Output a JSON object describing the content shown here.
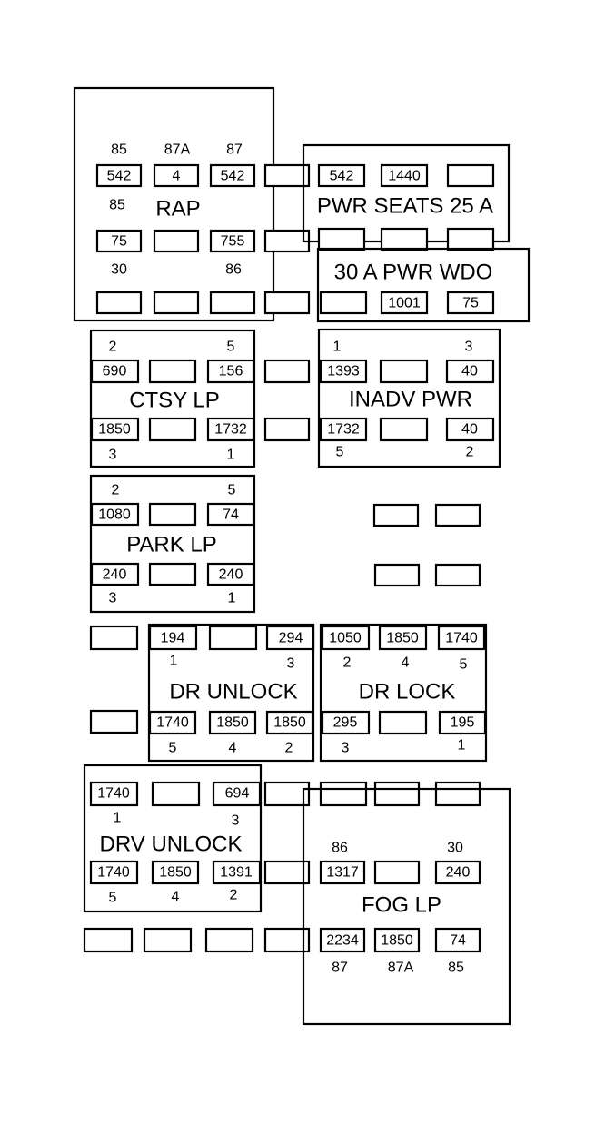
{
  "relays": [
    {
      "id": "rap",
      "name": "RAP",
      "pins": [
        {
          "label": "85",
          "cell": "542"
        },
        {
          "label": "87A",
          "cell": "4"
        },
        {
          "label": "87",
          "cell": "542"
        },
        {
          "label": "85",
          "cell": "75"
        },
        {
          "label": "",
          "cell": ""
        },
        {
          "label": "",
          "cell": "755"
        },
        {
          "label": "30",
          "cell": ""
        },
        {
          "label": "",
          "cell": ""
        },
        {
          "label": "86",
          "cell": ""
        }
      ]
    },
    {
      "id": "pwr-seats",
      "name": "PWR SEATS 25 A",
      "cells": [
        "542",
        "1440",
        ""
      ]
    },
    {
      "id": "pwr-wdo",
      "name": "30 A PWR WDO",
      "cells": [
        "",
        "1001",
        "75"
      ]
    },
    {
      "id": "ctsy-lp",
      "name": "CTSY LP",
      "top_labels": [
        "2",
        "5"
      ],
      "top_cells": [
        "690",
        "",
        "156"
      ],
      "bottom_cells": [
        "1850",
        "",
        "1732"
      ],
      "bottom_labels": [
        "3",
        "1"
      ]
    },
    {
      "id": "inadv-pwr",
      "name": "INADV PWR",
      "top_labels": [
        "1",
        "3"
      ],
      "top_cells": [
        "1393",
        "",
        "40"
      ],
      "bottom_cells": [
        "1732",
        "",
        "40"
      ],
      "bottom_labels": [
        "5",
        "2"
      ]
    },
    {
      "id": "park-lp",
      "name": "PARK LP",
      "top_labels": [
        "2",
        "5"
      ],
      "top_cells": [
        "1080",
        "",
        "74"
      ],
      "bottom_cells": [
        "240",
        "",
        "240"
      ],
      "bottom_labels": [
        "3",
        "1"
      ]
    },
    {
      "id": "dr-unlock",
      "name": "DR UNLOCK",
      "top_cells": [
        "194",
        "",
        "294"
      ],
      "top_labels": [
        "1",
        "3"
      ],
      "bottom_cells": [
        "1740",
        "1850",
        "1850"
      ],
      "bottom_labels": [
        "5",
        "4",
        "2"
      ]
    },
    {
      "id": "dr-lock",
      "name": "DR LOCK",
      "top_cells": [
        "1050",
        "1850",
        "1740"
      ],
      "top_labels": [
        "2",
        "4",
        "5"
      ],
      "bottom_cells": [
        "295",
        "",
        "195"
      ],
      "bottom_labels": [
        "3",
        "1"
      ]
    },
    {
      "id": "drv-unlock",
      "name": "DRV UNLOCK",
      "top_cells": [
        "1740",
        "",
        "694"
      ],
      "top_labels": [
        "1",
        "3"
      ],
      "bottom_cells": [
        "1740",
        "1850",
        "1391"
      ],
      "bottom_labels": [
        "5",
        "4",
        "2"
      ]
    },
    {
      "id": "fog-lp",
      "name": "FOG LP",
      "top_labels": [
        "86",
        "30"
      ],
      "top_cells": [
        "1317",
        "",
        "240"
      ],
      "bottom_cells": [
        "2234",
        "1850",
        "74"
      ],
      "bottom_labels": [
        "87",
        "87A",
        "85"
      ]
    }
  ]
}
